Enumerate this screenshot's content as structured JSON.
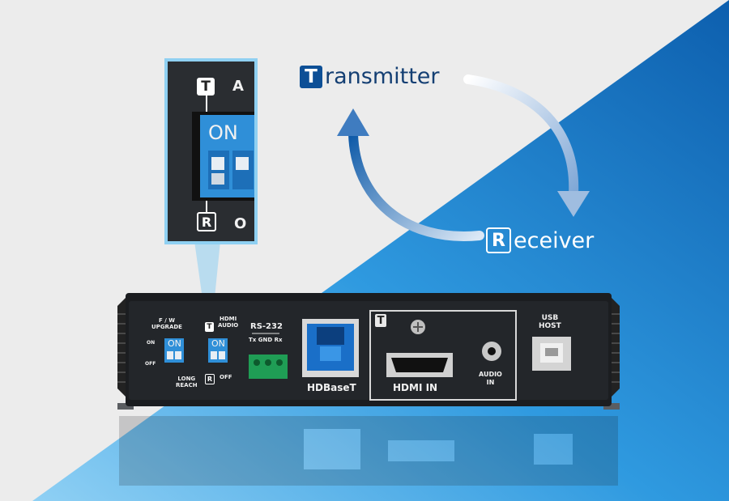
{
  "diagram": {
    "transmitter_badge": "T",
    "transmitter_label": "ransmitter",
    "receiver_badge": "R",
    "receiver_label": "eceiver"
  },
  "zoom_inset": {
    "top_badge": "T",
    "top_letter": "A",
    "switch_on_label": "ON",
    "bottom_badge": "R",
    "bottom_letter": "O"
  },
  "device": {
    "fw_upgrade_label": "F / W\nUPGRADE",
    "on_marker": "ON",
    "off_marker": "OFF",
    "long_reach_label": "LONG\nREACH",
    "switch1_on": "ON",
    "switch2_on": "ON",
    "t_badge": "T",
    "r_badge": "R",
    "hdmi_audio_label": "HDMI\nAUDIO",
    "off_label": "OFF",
    "rs232_label": "RS-232",
    "rs232_pins": "Tx GND Rx",
    "hdbaset_label": "HDBaseT",
    "panel_badge": "T",
    "hdmi_in_label": "HDMI  IN",
    "audio_in_label": "AUDIO\nIN",
    "usb_host_label": "USB\nHOST"
  },
  "colors": {
    "background": "#ececec",
    "blue_field": "#1f88d8",
    "accent_blue": "#0d4f96",
    "zoom_border": "#8fd0f2",
    "device_body": "#1f2124"
  }
}
